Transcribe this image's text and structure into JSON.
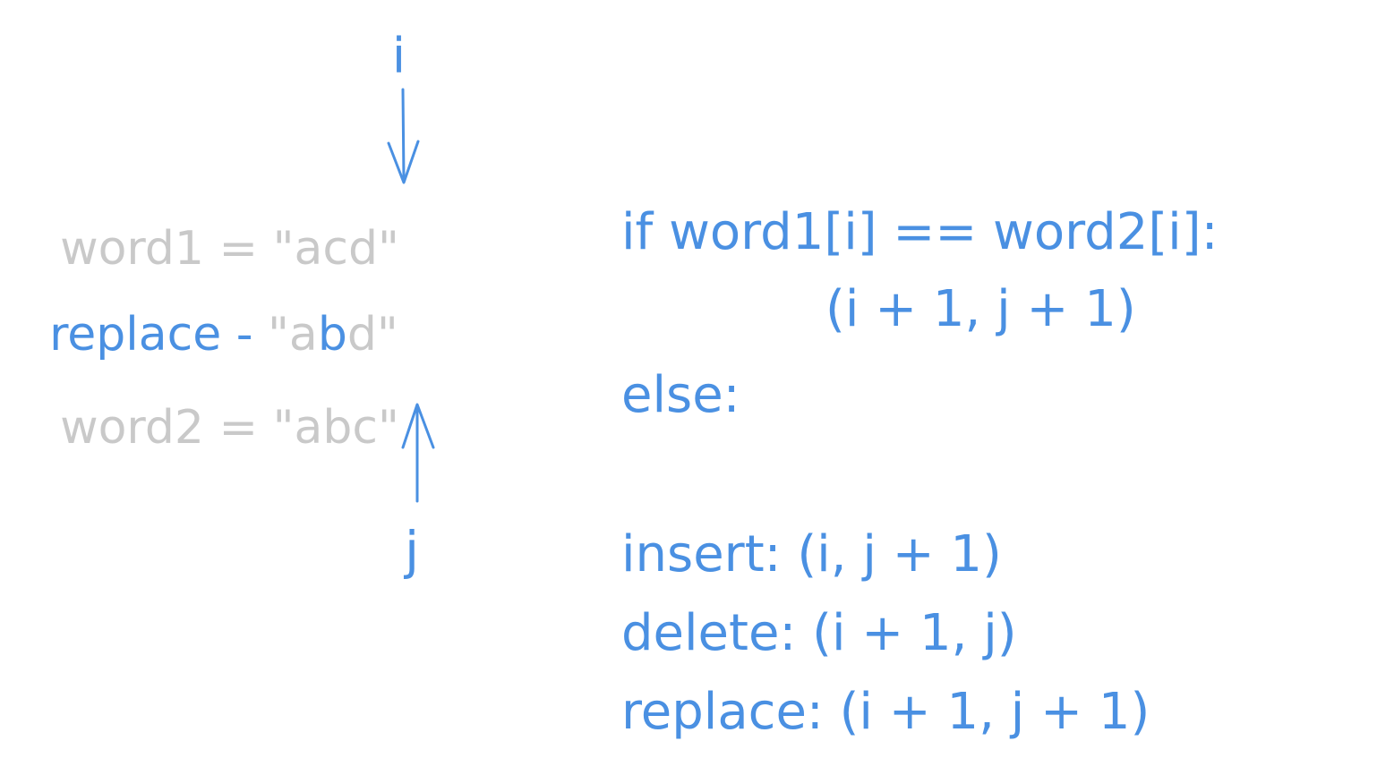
{
  "colors": {
    "highlight": "#4a90e2",
    "muted": "#c9c9c9",
    "background": "#ffffff"
  },
  "pointers": {
    "i_label": "i",
    "j_label": "j"
  },
  "left": {
    "word1_prefix": "word1 = \"ac",
    "word1_mid": "d",
    "word1_suffix": "\"",
    "replace_label": "replace - ",
    "replace_open": "\"a",
    "replace_changed": "b",
    "replace_close": "d\"",
    "word2_prefix": "word2 = \"ab",
    "word2_mid": "c",
    "word2_suffix": "\""
  },
  "code": {
    "line1": "if word1[i] == word2[i]:",
    "line2": "(i + 1, j + 1)",
    "line3": "else:",
    "line4": "insert: (i, j + 1)",
    "line5": "delete: (i + 1, j)",
    "line6": "replace: (i + 1, j + 1)"
  }
}
